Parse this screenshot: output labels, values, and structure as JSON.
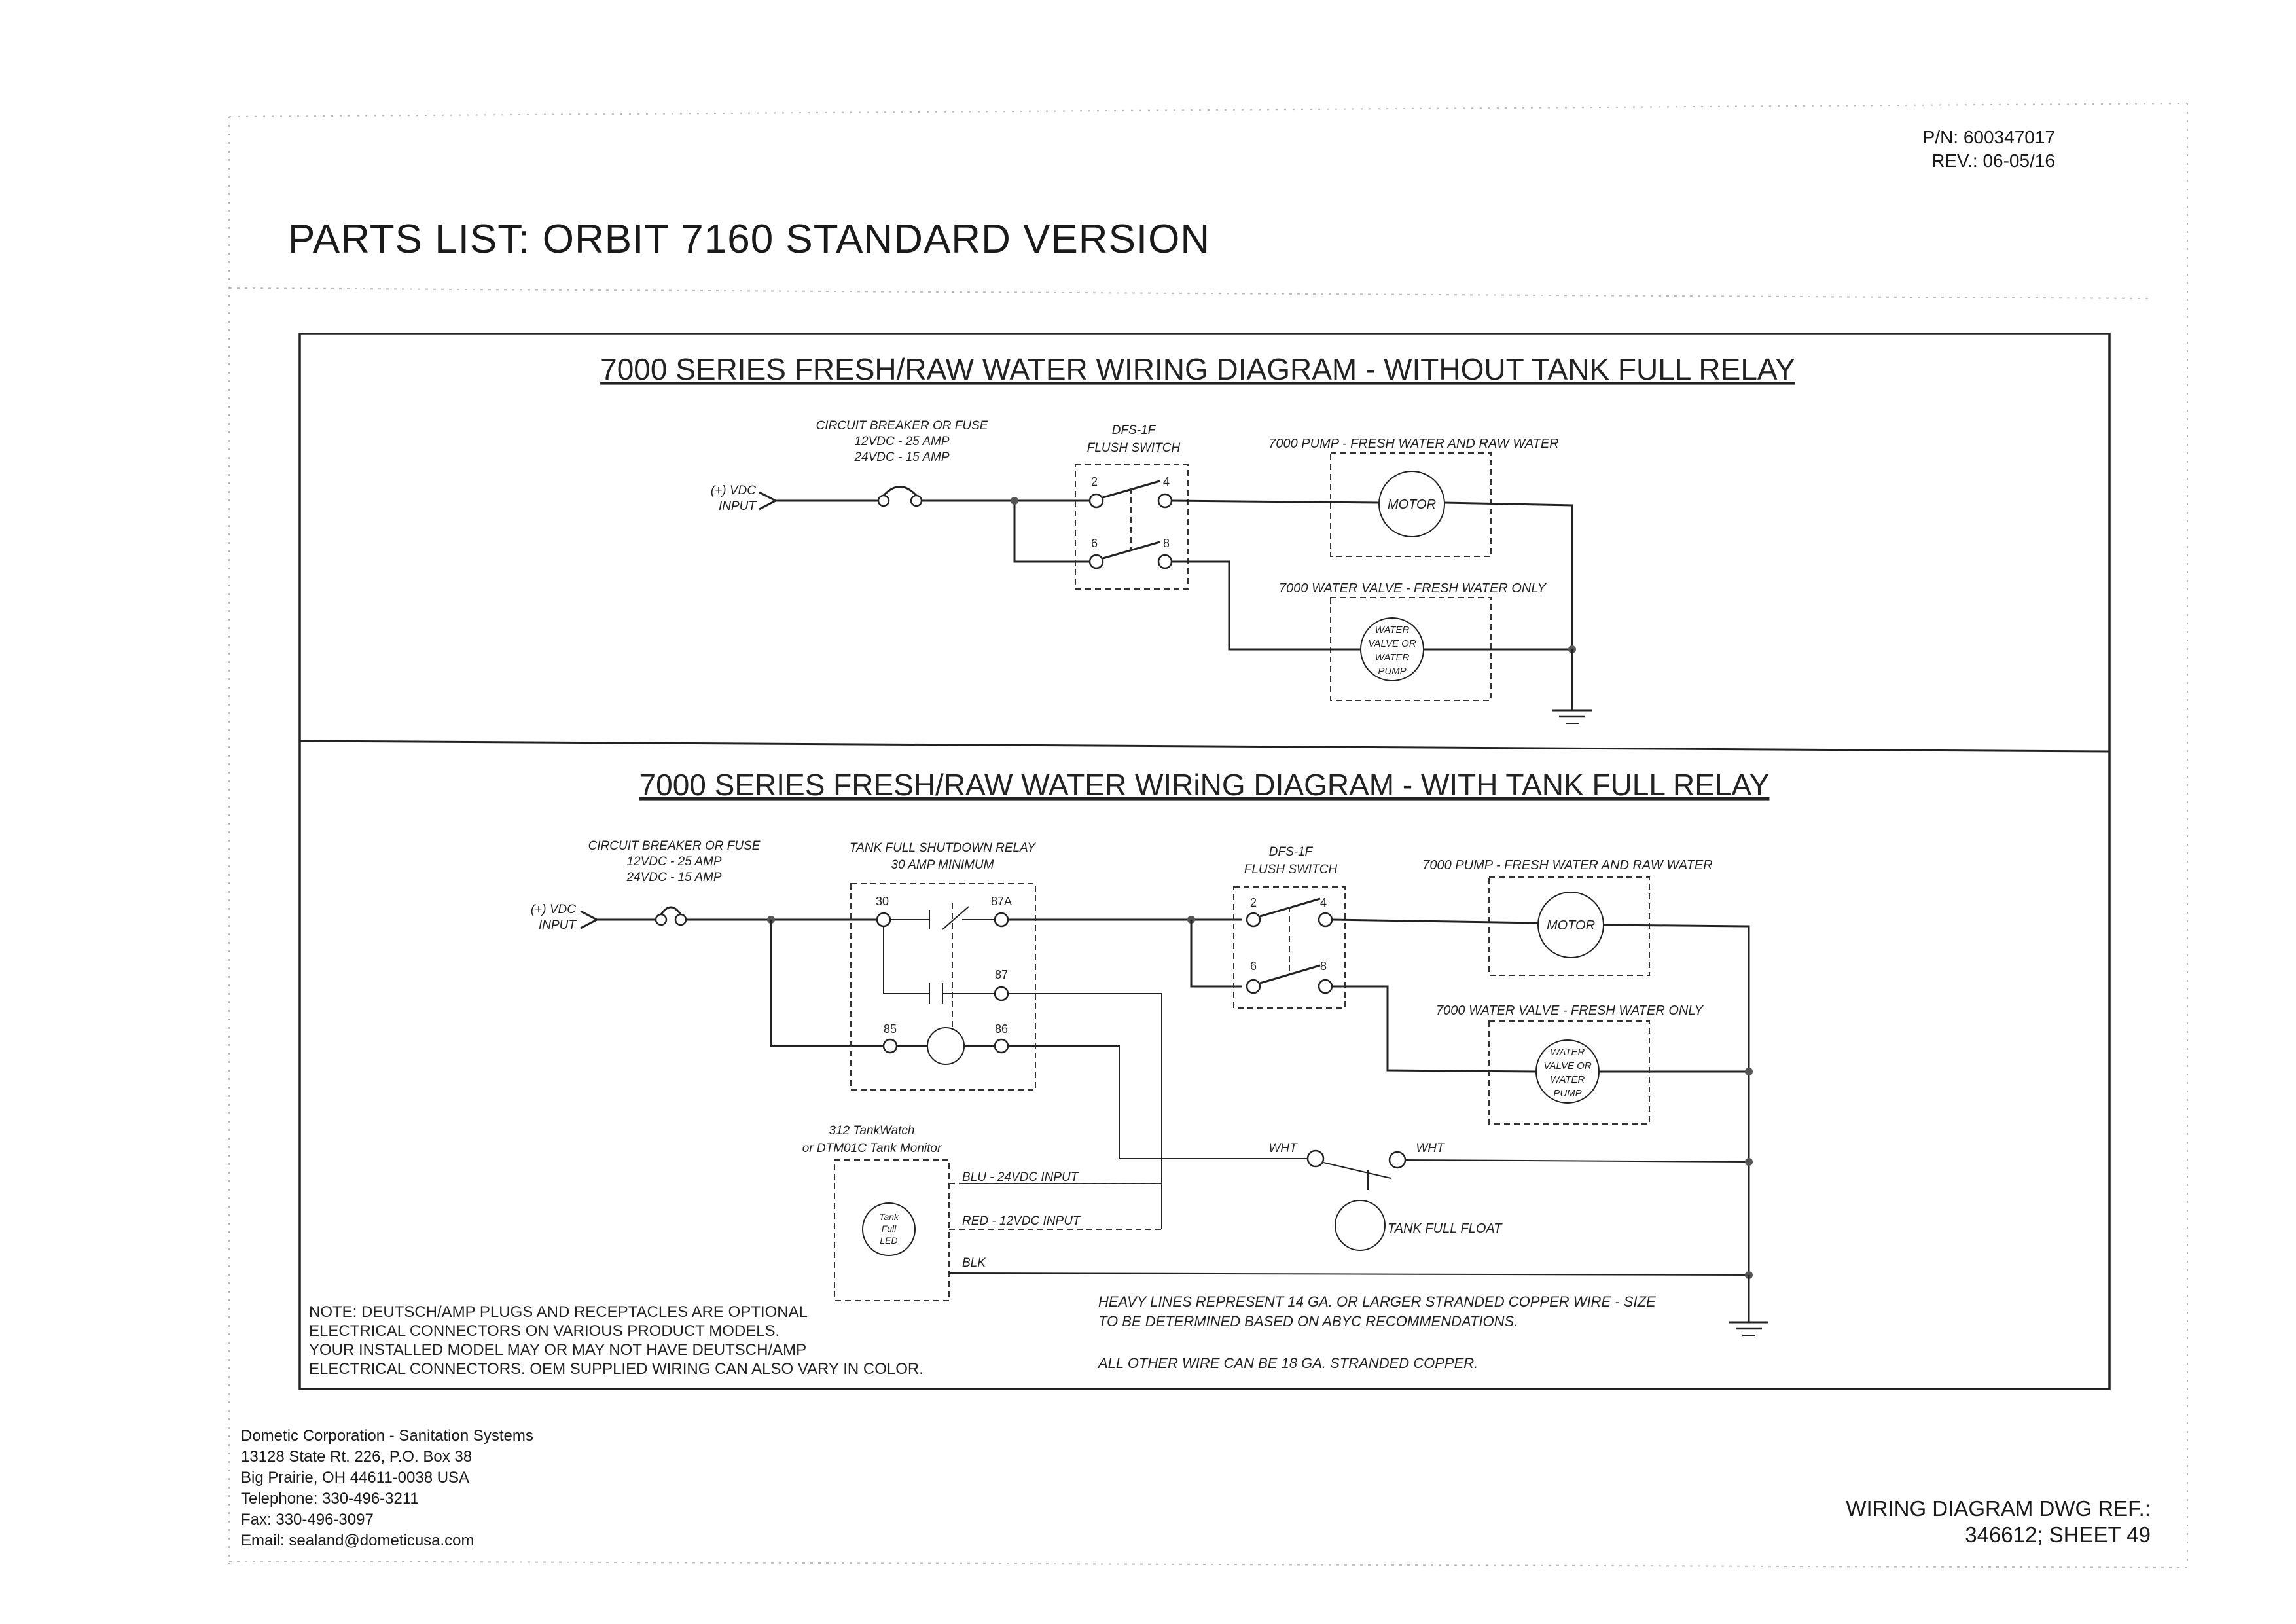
{
  "header": {
    "title": "PARTS LIST:  ORBIT 7160 STANDARD VERSION",
    "pn": "P/N: 600347017",
    "rev": "REV.: 06-05/16"
  },
  "diagram1": {
    "title": "7000 SERIES FRESH/RAW WATER WIRING DIAGRAM - WITHOUT TANK FULL RELAY",
    "breaker": [
      "CIRCUIT BREAKER OR FUSE",
      "12VDC - 25 AMP",
      "24VDC - 15 AMP"
    ],
    "input": [
      "(+) VDC",
      "INPUT"
    ],
    "switch": [
      "DFS-1F",
      "FLUSH SWITCH"
    ],
    "terminals": [
      "2",
      "4",
      "6",
      "8"
    ],
    "pump_label": "7000 PUMP - FRESH WATER AND RAW WATER",
    "motor": "MOTOR",
    "valve_label": "7000 WATER VALVE - FRESH WATER ONLY",
    "valve": [
      "WATER",
      "VALVE OR",
      "WATER",
      "PUMP"
    ]
  },
  "diagram2": {
    "title": "7000 SERIES FRESH/RAW WATER WIRiNG DIAGRAM - WITH TANK FULL RELAY",
    "breaker": [
      "CIRCUIT BREAKER OR FUSE",
      "12VDC - 25 AMP",
      "24VDC - 15 AMP"
    ],
    "input": [
      "(+) VDC",
      "INPUT"
    ],
    "relay": [
      "TANK FULL SHUTDOWN RELAY",
      "30 AMP MINIMUM"
    ],
    "relay_terminals": [
      "30",
      "87A",
      "87",
      "85",
      "86"
    ],
    "switch": [
      "DFS-1F",
      "FLUSH SWITCH"
    ],
    "terminals": [
      "2",
      "4",
      "6",
      "8"
    ],
    "pump_label": "7000 PUMP - FRESH WATER AND RAW WATER",
    "motor": "MOTOR",
    "valve_label": "7000 WATER VALVE - FRESH WATER ONLY",
    "valve": [
      "WATER",
      "VALVE OR",
      "WATER",
      "PUMP"
    ],
    "monitor": [
      "312 TankWatch",
      "or DTM01C Tank Monitor"
    ],
    "led": [
      "Tank",
      "Full",
      "LED"
    ],
    "wires": [
      "BLU - 24VDC INPUT",
      "RED - 12VDC INPUT",
      "BLK"
    ],
    "wht": "WHT",
    "float": "TANK FULL FLOAT",
    "note": [
      "NOTE:  DEUTSCH/AMP PLUGS AND RECEPTACLES ARE OPTIONAL",
      "ELECTRICAL CONNECTORS ON VARIOUS PRODUCT MODELS.",
      "YOUR INSTALLED MODEL MAY OR MAY NOT HAVE DEUTSCH/AMP",
      "ELECTRICAL CONNECTORS.  OEM SUPPLIED WIRING CAN ALSO VARY IN COLOR."
    ],
    "heavy": [
      "HEAVY LINES REPRESENT 14 GA. OR LARGER STRANDED COPPER WIRE - SIZE",
      "TO BE DETERMINED BASED ON ABYC RECOMMENDATIONS."
    ],
    "other": "ALL OTHER WIRE CAN BE 18 GA. STRANDED COPPER."
  },
  "footer": {
    "address": [
      "Dometic Corporation - Sanitation Systems",
      "13128 State Rt. 226, P.O. Box 38",
      "Big Prairie, OH 44611-0038 USA",
      "Telephone: 330-496-3211",
      "Fax: 330-496-3097",
      "Email: sealand@dometicusa.com"
    ],
    "ref": [
      "WIRING DIAGRAM DWG REF.:",
      "346612; SHEET 49"
    ]
  }
}
